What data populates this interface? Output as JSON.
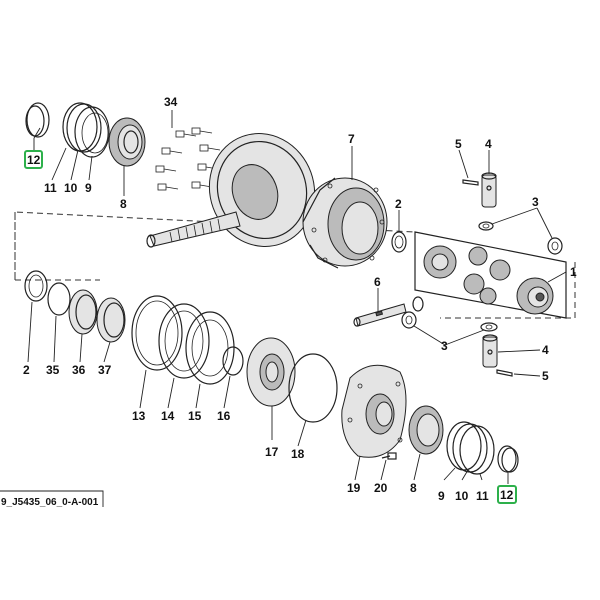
{
  "diagram": {
    "code": "9_J5435_06_0-A-001",
    "highlight_color": "#2db04b",
    "callouts": {
      "p12_top": "12",
      "p11_top": "11",
      "p10_top": "10",
      "p9_top": "9",
      "p8_top": "8",
      "p34": "34",
      "p7": "7",
      "p5_top": "5",
      "p4_top": "4",
      "p2_right": "2",
      "p3_top": "3",
      "p1": "1",
      "p6": "6",
      "p3_low": "3",
      "p4_low": "4",
      "p5_low": "5",
      "p2_left": "2",
      "p35": "35",
      "p36": "36",
      "p37": "37",
      "p13": "13",
      "p14": "14",
      "p15": "15",
      "p16": "16",
      "p17": "17",
      "p18": "18",
      "p19": "19",
      "p20": "20",
      "p8_low": "8",
      "p9_low": "9",
      "p10_low": "10",
      "p11_low": "11",
      "p12_low": "12"
    }
  }
}
